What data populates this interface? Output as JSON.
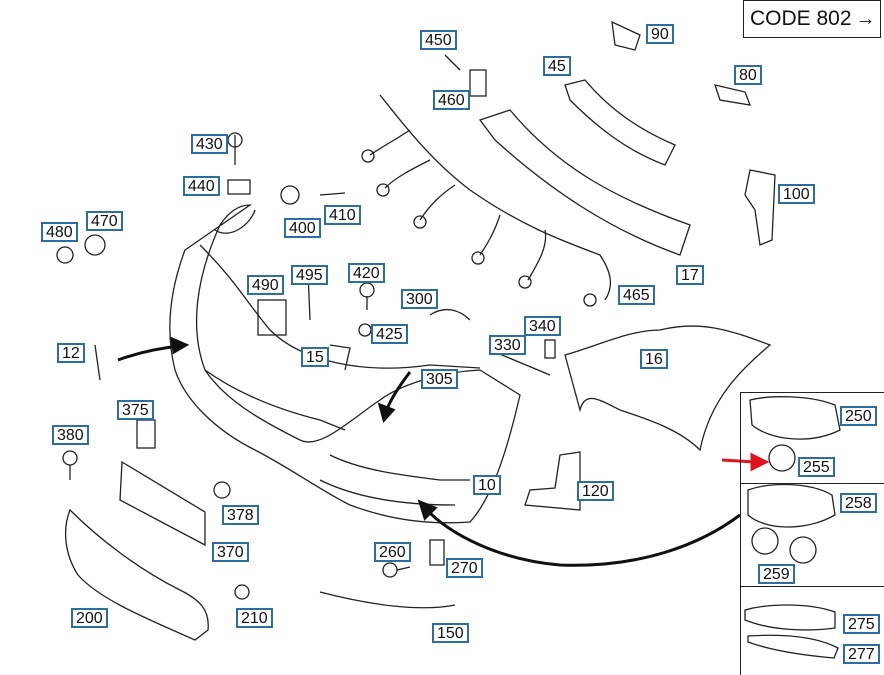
{
  "code_label": "CODE 802",
  "code_arrow": "→",
  "callouts": {
    "c90": "90",
    "c450": "450",
    "c45": "45",
    "c80": "80",
    "c460": "460",
    "c430": "430",
    "c440": "440",
    "c400": "400",
    "c410": "410",
    "c100": "100",
    "c480": "480",
    "c470": "470",
    "c17": "17",
    "c490": "490",
    "c495": "495",
    "c420": "420",
    "c300": "300",
    "c465": "465",
    "c425": "425",
    "c340": "340",
    "c12": "12",
    "c15": "15",
    "c330": "330",
    "c16": "16",
    "c305": "305",
    "c375": "375",
    "c250": "250",
    "c380": "380",
    "c255": "255",
    "c10": "10",
    "c120": "120",
    "c258": "258",
    "c378": "378",
    "c370": "370",
    "c260": "260",
    "c270": "270",
    "c259": "259",
    "c200": "200",
    "c210": "210",
    "c150": "150",
    "c275": "275",
    "c277": "277"
  },
  "colors": {
    "callout_border": "#2a6f9f",
    "line": "#222222",
    "arrow_red": "#e0141e"
  }
}
